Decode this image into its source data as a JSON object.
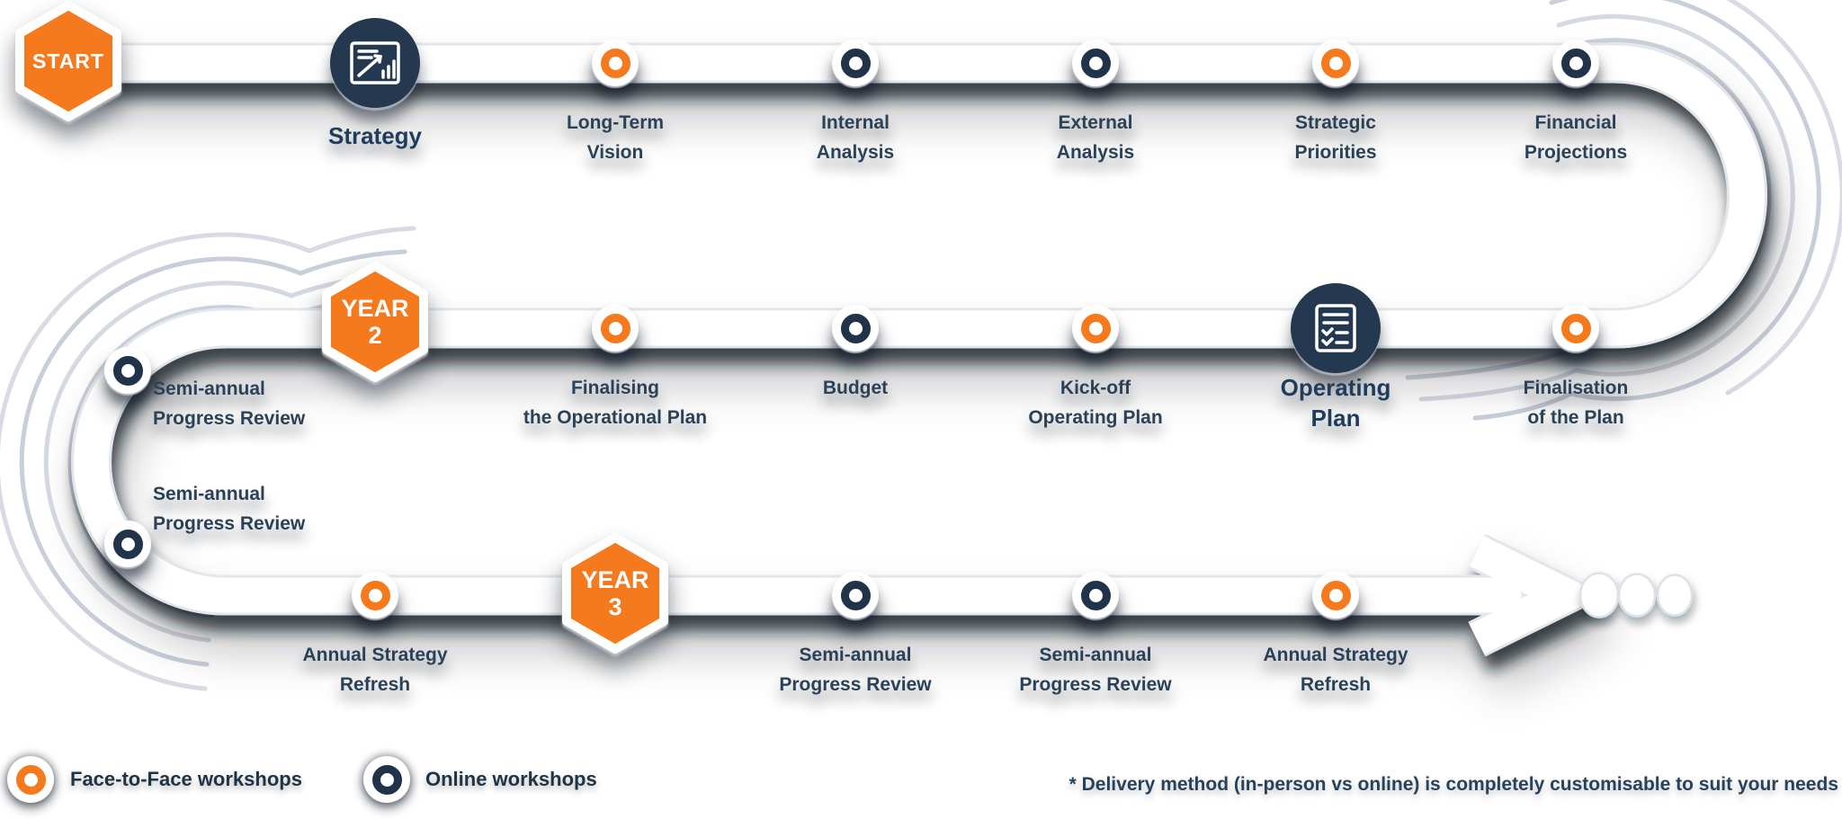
{
  "diagram_type": "strategic-planning-roadmap",
  "colors": {
    "orange": "#F5791D",
    "navy_ring": "#203349",
    "navy_circle": "#24384F",
    "label_text": "#2B4157",
    "heading_text": "#1F3C5B",
    "road": "#FFFFFF",
    "road_edge": "#E3E7ED",
    "speed_lines": "#CDD2DD"
  },
  "badges": {
    "start": "START",
    "year2": "YEAR\n2",
    "year3": "YEAR\n3"
  },
  "milestones": [
    {
      "id": "strategy",
      "row": 1,
      "kind": "icon-circle",
      "icon": "chart-icon",
      "label": "Strategy"
    },
    {
      "id": "long-term-vision",
      "row": 1,
      "kind": "dot",
      "workshop": "face-to-face",
      "label": "Long-Term\nVision"
    },
    {
      "id": "internal-analysis",
      "row": 1,
      "kind": "dot",
      "workshop": "online",
      "label": "Internal\nAnalysis"
    },
    {
      "id": "external-analysis",
      "row": 1,
      "kind": "dot",
      "workshop": "online",
      "label": "External\nAnalysis"
    },
    {
      "id": "strategic-priorities",
      "row": 1,
      "kind": "dot",
      "workshop": "face-to-face",
      "label": "Strategic\nPriorities"
    },
    {
      "id": "financial-projections",
      "row": 1,
      "kind": "dot",
      "workshop": "online",
      "label": "Financial\nProjections"
    },
    {
      "id": "finalising-operational-plan",
      "row": 2,
      "kind": "dot",
      "workshop": "face-to-face",
      "label": "Finalising\nthe Operational Plan"
    },
    {
      "id": "budget",
      "row": 2,
      "kind": "dot",
      "workshop": "online",
      "label": "Budget"
    },
    {
      "id": "kick-off-operating-plan",
      "row": 2,
      "kind": "dot",
      "workshop": "face-to-face",
      "label": "Kick-off\nOperating Plan"
    },
    {
      "id": "operating-plan",
      "row": 2,
      "kind": "icon-circle",
      "icon": "checklist-icon",
      "label": "Operating\nPlan"
    },
    {
      "id": "finalisation-of-plan",
      "row": 2,
      "kind": "dot",
      "workshop": "face-to-face",
      "label": "Finalisation\nof the Plan"
    },
    {
      "id": "semi-annual-progress-review-curve-1",
      "row": "left-curve",
      "kind": "dot",
      "workshop": "online",
      "label": "Semi-annual\nProgress Review"
    },
    {
      "id": "semi-annual-progress-review-curve-2",
      "row": "left-curve",
      "kind": "dot",
      "workshop": "online",
      "label": "Semi-annual\nProgress Review"
    },
    {
      "id": "annual-strategy-refresh-1",
      "row": 3,
      "kind": "dot",
      "workshop": "face-to-face",
      "label": "Annual Strategy\nRefresh"
    },
    {
      "id": "semi-annual-progress-review-1",
      "row": 3,
      "kind": "dot",
      "workshop": "online",
      "label": "Semi-annual\nProgress Review"
    },
    {
      "id": "semi-annual-progress-review-2",
      "row": 3,
      "kind": "dot",
      "workshop": "online",
      "label": "Semi-annual\nProgress Review"
    },
    {
      "id": "annual-strategy-refresh-2",
      "row": 3,
      "kind": "dot",
      "workshop": "face-to-face",
      "label": "Annual Strategy\nRefresh"
    }
  ],
  "legend": {
    "face_to_face": "Face-to-Face workshops",
    "online": "Online workshops"
  },
  "footnote": "* Delivery method (in-person vs online) is completely customisable to suit your needs"
}
